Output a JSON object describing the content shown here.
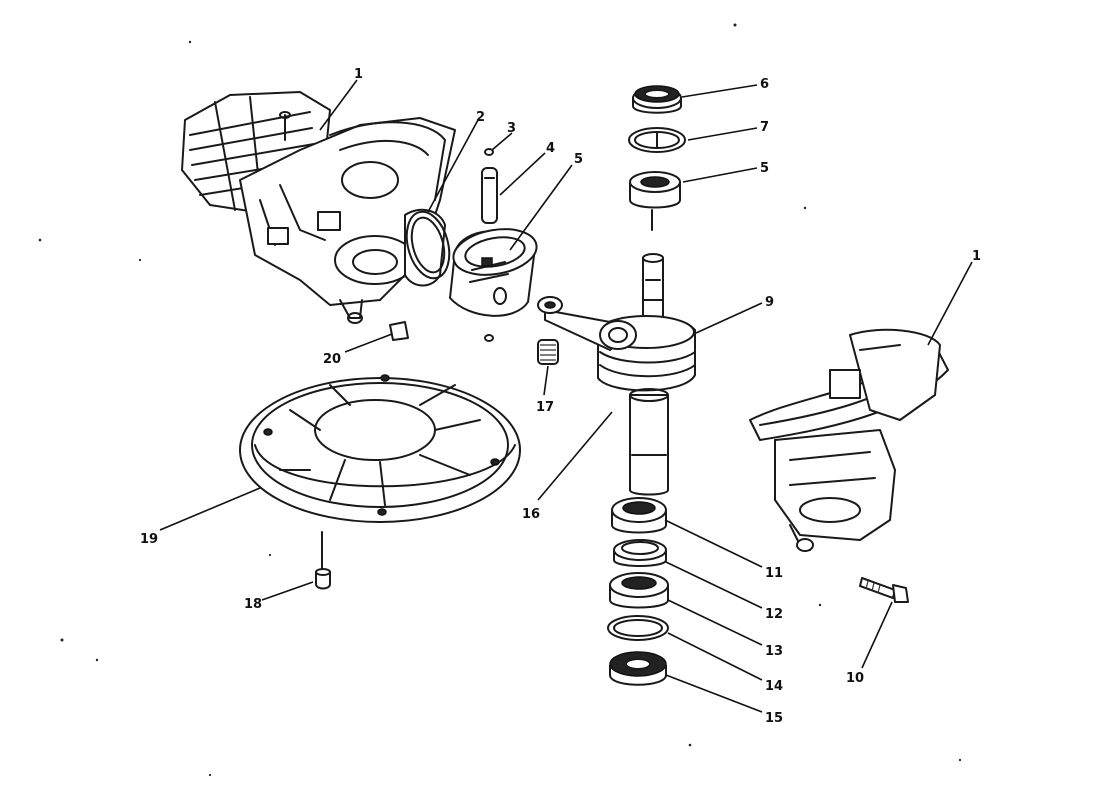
{
  "callouts": [
    {
      "id": "c1a",
      "text": "1"
    },
    {
      "id": "c2",
      "text": "2"
    },
    {
      "id": "c3",
      "text": "3"
    },
    {
      "id": "c4",
      "text": "4"
    },
    {
      "id": "c5a",
      "text": "5"
    },
    {
      "id": "c6",
      "text": "6"
    },
    {
      "id": "c7",
      "text": "7"
    },
    {
      "id": "c5b",
      "text": "5"
    },
    {
      "id": "c9",
      "text": "9"
    },
    {
      "id": "c1b",
      "text": "1"
    },
    {
      "id": "c20",
      "text": "20"
    },
    {
      "id": "c17",
      "text": "17"
    },
    {
      "id": "c16",
      "text": "16"
    },
    {
      "id": "c19",
      "text": "19"
    },
    {
      "id": "c18",
      "text": "18"
    },
    {
      "id": "c11",
      "text": "11"
    },
    {
      "id": "c12",
      "text": "12"
    },
    {
      "id": "c13",
      "text": "13"
    },
    {
      "id": "c14",
      "text": "14"
    },
    {
      "id": "c15",
      "text": "15"
    },
    {
      "id": "c10",
      "text": "10"
    }
  ],
  "colors": {
    "ink": "#111111",
    "paper": "#ffffff"
  }
}
